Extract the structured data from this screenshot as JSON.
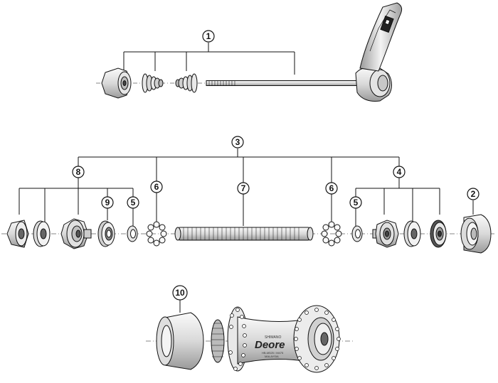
{
  "callouts": [
    "1",
    "2",
    "3",
    "4",
    "5",
    "6",
    "7",
    "8",
    "9",
    "10"
  ],
  "hub_labels": {
    "maker": "SHIMANO",
    "model": "Deore",
    "code1": "HB-M525 / M475",
    "code2": "MALAYSIA"
  },
  "colors": {
    "line": "#111111",
    "fill_light": "#f2f2f2",
    "fill_mid": "#d4d4d4",
    "fill_dark": "#a8a8a8"
  }
}
